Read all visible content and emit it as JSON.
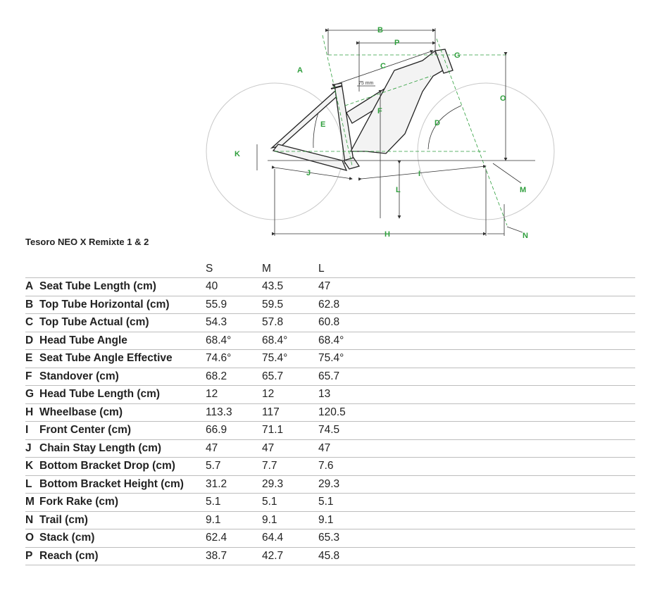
{
  "title": "Tesoro NEO X Remixte 1 & 2",
  "diagram": {
    "letters": [
      "A",
      "B",
      "C",
      "D",
      "E",
      "F",
      "G",
      "H",
      "I",
      "J",
      "K",
      "L",
      "M",
      "N",
      "O",
      "P"
    ],
    "dimension_note": "75 mm"
  },
  "sizes": [
    "S",
    "M",
    "L"
  ],
  "rows": [
    {
      "letter": "A",
      "label": "Seat Tube Length (cm)",
      "values": [
        "40",
        "43.5",
        "47"
      ]
    },
    {
      "letter": "B",
      "label": "Top Tube Horizontal (cm)",
      "values": [
        "55.9",
        "59.5",
        "62.8"
      ]
    },
    {
      "letter": "C",
      "label": "Top Tube Actual (cm)",
      "values": [
        "54.3",
        "57.8",
        "60.8"
      ]
    },
    {
      "letter": "D",
      "label": "Head Tube Angle",
      "values": [
        "68.4°",
        "68.4°",
        "68.4°"
      ]
    },
    {
      "letter": "E",
      "label": "Seat Tube Angle Effective",
      "values": [
        "74.6°",
        "75.4°",
        "75.4°"
      ]
    },
    {
      "letter": "F",
      "label": "Standover (cm)",
      "values": [
        "68.2",
        "65.7",
        "65.7"
      ]
    },
    {
      "letter": "G",
      "label": "Head Tube Length (cm)",
      "values": [
        "12",
        "12",
        "13"
      ]
    },
    {
      "letter": "H",
      "label": "Wheelbase (cm)",
      "values": [
        "113.3",
        "117",
        "120.5"
      ]
    },
    {
      "letter": "I",
      "label": "Front Center (cm)",
      "values": [
        "66.9",
        "71.1",
        "74.5"
      ]
    },
    {
      "letter": "J",
      "label": "Chain Stay Length (cm)",
      "values": [
        "47",
        "47",
        "47"
      ]
    },
    {
      "letter": "K",
      "label": "Bottom Bracket Drop (cm)",
      "values": [
        "5.7",
        "7.7",
        "7.6"
      ]
    },
    {
      "letter": "L",
      "label": "Bottom Bracket Height (cm)",
      "values": [
        "31.2",
        "29.3",
        "29.3"
      ]
    },
    {
      "letter": "M",
      "label": "Fork Rake (cm)",
      "values": [
        "5.1",
        "5.1",
        "5.1"
      ]
    },
    {
      "letter": "N",
      "label": "Trail (cm)",
      "values": [
        "9.1",
        "9.1",
        "9.1"
      ]
    },
    {
      "letter": "O",
      "label": "Stack (cm)",
      "values": [
        "62.4",
        "64.4",
        "65.3"
      ]
    },
    {
      "letter": "P",
      "label": "Reach (cm)",
      "values": [
        "38.7",
        "42.7",
        "45.8"
      ]
    }
  ],
  "colors": {
    "accent": "#2e9e3c",
    "line": "#333333",
    "wheel": "#c8c8c8",
    "frame_fill": "#f3f3f3"
  }
}
